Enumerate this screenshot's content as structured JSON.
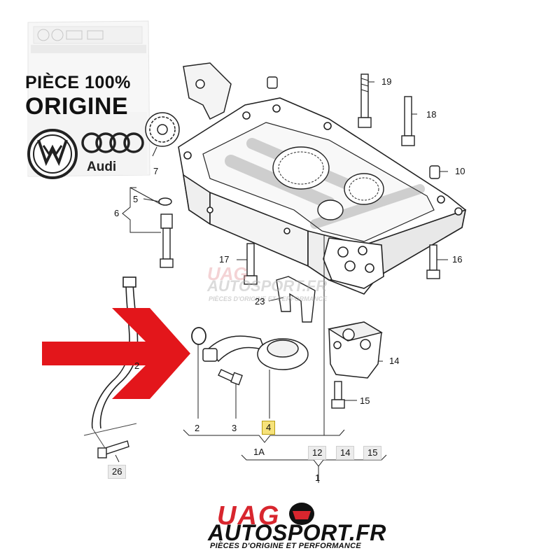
{
  "badge": {
    "line1": "PIÈCE 100%",
    "line2": "ORIGINE",
    "audi_word": "Audi"
  },
  "footer_logo": {
    "word1": "UAG",
    "word2": "AUTOSPORT.FR",
    "tagline": "PIÈCES D'ORIGINE ET PERFORMANCE"
  },
  "watermark": {
    "word1": "UAG",
    "word2": "AUTOSPORT.FR",
    "tagline": "PIÈCES D'ORIGINE ET PERFORMANCE"
  },
  "callouts": {
    "c19": "19",
    "c18": "18",
    "c10": "10",
    "c7": "7",
    "c5": "5",
    "c6": "6",
    "c17": "17",
    "c16": "16",
    "c23": "23",
    "c14": "14",
    "c15": "15",
    "c26": "26",
    "c2": "2",
    "c3": "3",
    "c4": "4",
    "c1A": "1A",
    "c12": "12",
    "c14b": "14",
    "c15b": "15",
    "c1": "1",
    "c2b": "2"
  },
  "colors": {
    "arrow": "#e3161b",
    "highlight": "#f6e27a",
    "logo_red": "#d8262e"
  }
}
